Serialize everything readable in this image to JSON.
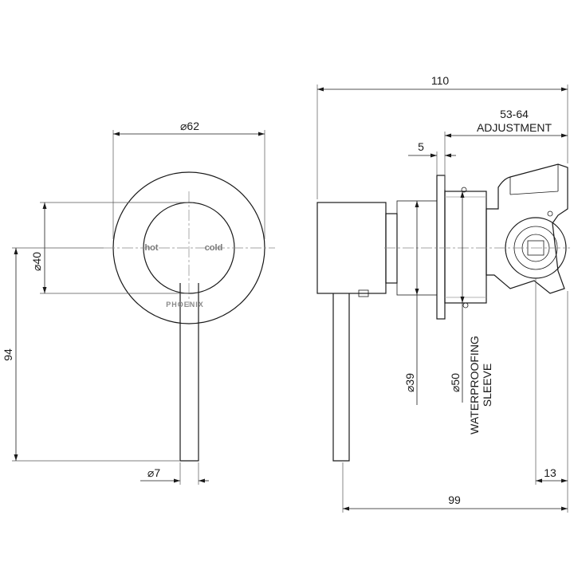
{
  "front_view": {
    "dia_62": "62",
    "dia_40": "40",
    "height_94": "94",
    "dia_7": "7",
    "label_hot": "hot",
    "label_cold": "cold",
    "logo_text": "PHOENIX"
  },
  "side_view": {
    "overall_110": "110",
    "adjustment_range": "53-64",
    "adjustment_label": "ADJUSTMENT",
    "offset_5": "5",
    "dia_39": "39",
    "dia_50": "50",
    "sleeve_label_1": "WATERPROOFING",
    "sleeve_label_2": "SLEEVE",
    "depth_99": "99",
    "offset_13": "13"
  },
  "diameter_symbol": "⌀"
}
